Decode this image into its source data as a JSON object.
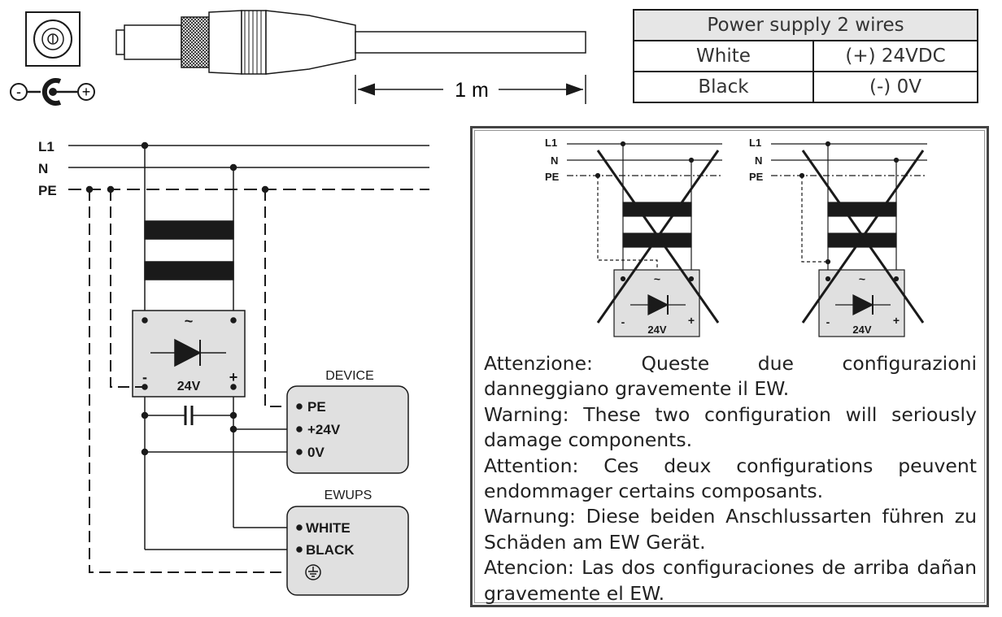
{
  "connector": {
    "cable_length": "1 m",
    "polarity_minus": "-",
    "polarity_plus": "+"
  },
  "power_table": {
    "title": "Power supply 2 wires",
    "rows": [
      {
        "wire": "White",
        "value": "(+) 24VDC"
      },
      {
        "wire": "Black",
        "value": "(-) 0V"
      }
    ]
  },
  "main_diagram": {
    "lines": [
      "L1",
      "N",
      "PE"
    ],
    "rectifier": {
      "ac_symbol": "~",
      "minus": "-",
      "plus": "+",
      "voltage": "24V"
    },
    "device": {
      "title": "DEVICE",
      "terminals": [
        "PE",
        "+24V",
        "0V"
      ]
    },
    "ewups": {
      "title": "EWUPS",
      "terminals": [
        "WHITE",
        "BLACK"
      ],
      "ground_symbol": "⏚"
    }
  },
  "warning": {
    "mini_lines": [
      "L1",
      "N",
      "PE"
    ],
    "mini_rectifier": {
      "ac_symbol": "~",
      "minus": "-",
      "plus": "+",
      "voltage": "24V"
    },
    "paragraphs": [
      {
        "label": "Attenzione:",
        "text": " Queste due configurazioni danneggiano gravemente il EW."
      },
      {
        "label": "Warning:",
        "text": " These two configuration will seriously damage components."
      },
      {
        "label": "Attention:",
        "text": " Ces deux configurations peuvent endommager certains composants."
      },
      {
        "label": "Warnung:",
        "text": " Diese beiden Anschlussarten führen zu Schäden am EW Gerät."
      },
      {
        "label": "Atencion:",
        "text": " Las dos configuraciones de arriba dañan gravemente el EW."
      }
    ]
  },
  "colors": {
    "line": "#1a1a1a",
    "box_fill": "#e0e0e0",
    "header_fill": "#e6e6e6"
  }
}
